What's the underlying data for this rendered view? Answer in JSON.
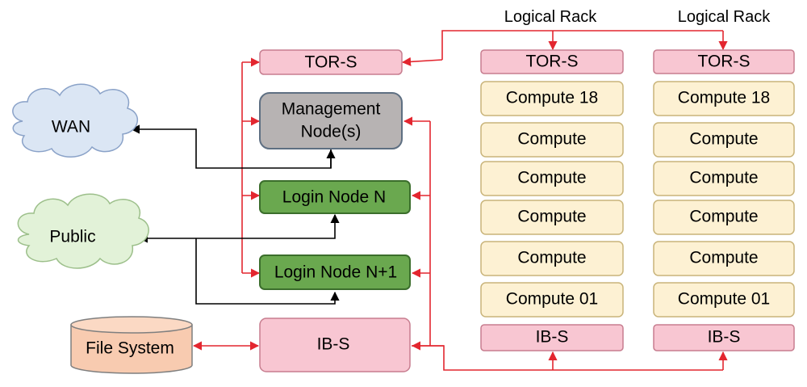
{
  "colors": {
    "tor": "#f8c6d2",
    "ib": "#f8c6d2",
    "management": "#b7b3b3",
    "login": "#6aa84f",
    "compute": "#fdf1d3",
    "cloud_wan": "#dbe6f4",
    "cloud_public": "#e2f2d8",
    "filesystem": "#f8cbb0",
    "red_link": "#e3262f",
    "black_link": "#000000"
  },
  "clouds": {
    "wan": "WAN",
    "public": "Public"
  },
  "storage": {
    "file_system": "File System"
  },
  "head_nodes": {
    "tor": "TOR-S",
    "management_line1": "Management",
    "management_line2": "Node(s)",
    "login_n": "Login Node N",
    "login_n1": "Login Node N+1",
    "ib": "IB-S"
  },
  "racks": [
    {
      "title": "Logical Rack",
      "tor": "TOR-S",
      "computes": [
        "Compute 18",
        "Compute",
        "Compute",
        "Compute",
        "Compute",
        "Compute 01"
      ],
      "ib": "IB-S"
    },
    {
      "title": "Logical Rack",
      "tor": "TOR-S",
      "computes": [
        "Compute 18",
        "Compute",
        "Compute",
        "Compute",
        "Compute",
        "Compute 01"
      ],
      "ib": "IB-S"
    }
  ]
}
